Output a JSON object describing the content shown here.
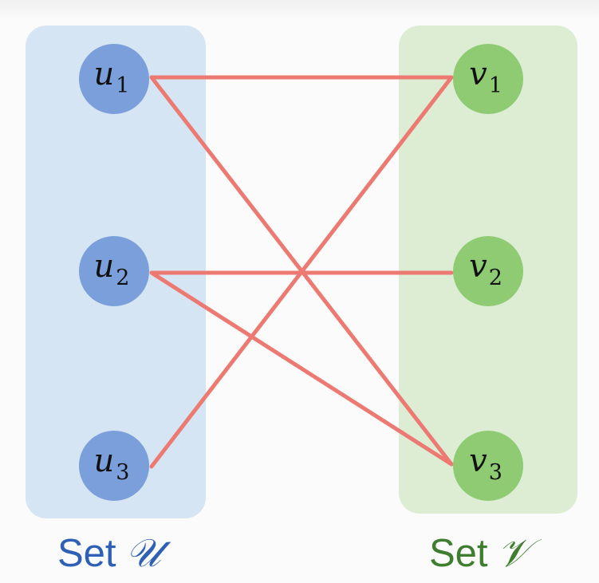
{
  "colors": {
    "left_panel": "#d6e5f4",
    "right_panel": "#dcedd4",
    "left_node": "#7b9fdb",
    "right_node": "#8ecb73",
    "edge": "#ec7a72",
    "left_label": "#2e60b5",
    "right_label": "#3f7d2f"
  },
  "left_set": {
    "label_word": "Set",
    "label_symbol": "𝒰",
    "nodes": [
      {
        "id": "u1",
        "letter": "u",
        "index": "1"
      },
      {
        "id": "u2",
        "letter": "u",
        "index": "2"
      },
      {
        "id": "u3",
        "letter": "u",
        "index": "3"
      }
    ]
  },
  "right_set": {
    "label_word": "Set",
    "label_symbol": "𝒱",
    "nodes": [
      {
        "id": "v1",
        "letter": "v",
        "index": "1"
      },
      {
        "id": "v2",
        "letter": "v",
        "index": "2"
      },
      {
        "id": "v3",
        "letter": "v",
        "index": "3"
      }
    ]
  },
  "edges": [
    {
      "from": "u1",
      "to": "v1"
    },
    {
      "from": "u1",
      "to": "v3"
    },
    {
      "from": "u2",
      "to": "v2"
    },
    {
      "from": "u2",
      "to": "v3"
    },
    {
      "from": "u3",
      "to": "v1"
    }
  ]
}
